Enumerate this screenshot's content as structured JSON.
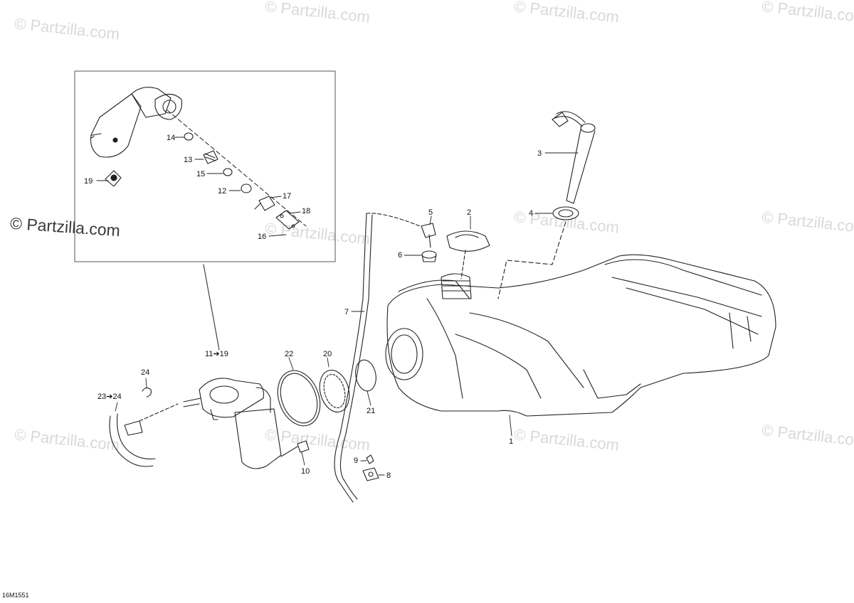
{
  "watermark": {
    "text": "© Partzilla.com",
    "primary_text": "© Partzilla.com"
  },
  "callouts": {
    "c1": "1",
    "c2": "2",
    "c3": "3",
    "c4": "4",
    "c5": "5",
    "c6": "6",
    "c7": "7",
    "c8": "8",
    "c9": "9",
    "c10": "10",
    "c11_19": "11➔19",
    "c12": "12",
    "c13": "13",
    "c14": "14",
    "c15": "15",
    "c16": "16",
    "c17": "17",
    "c18": "18",
    "c19": "19",
    "c20": "20",
    "c21": "21",
    "c22": "22",
    "c23_24": "23➔24",
    "c24": "24"
  },
  "drawing_code": "16M1551"
}
